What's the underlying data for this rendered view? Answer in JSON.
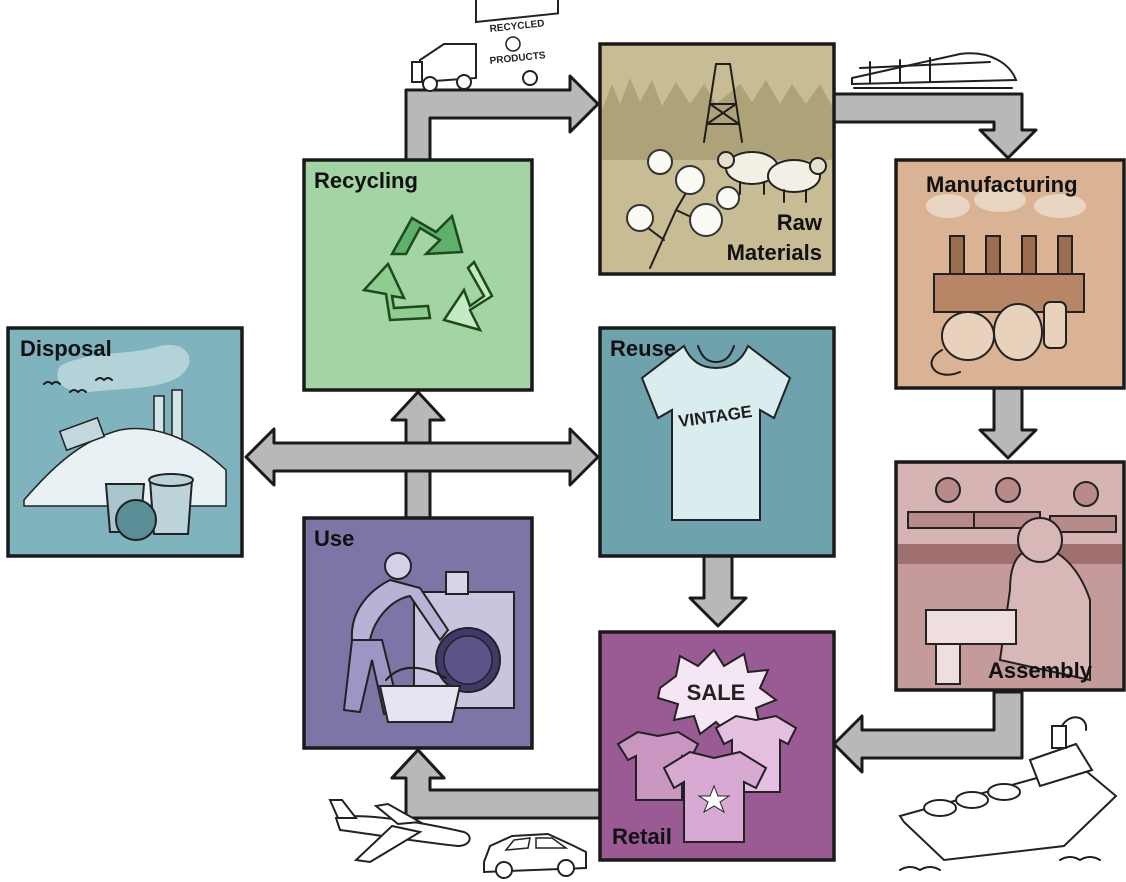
{
  "stages": {
    "raw_materials": {
      "label_line1": "Raw",
      "label_line2": "Materials",
      "color": "#c7bc94"
    },
    "manufacturing": {
      "label": "Manufacturing",
      "color": "#d9b394"
    },
    "assembly": {
      "label": "Assembly",
      "color": "#c49a9a"
    },
    "retail": {
      "label": "Retail",
      "color": "#9a5a93"
    },
    "use": {
      "label": "Use",
      "color": "#7c75a6"
    },
    "reuse": {
      "label": "Reuse",
      "color": "#6ea3ad"
    },
    "recycling": {
      "label": "Recycling",
      "color": "#a3d4a3"
    },
    "disposal": {
      "label": "Disposal",
      "color": "#7fb3bd"
    }
  },
  "illustrations": {
    "truck_sign_line1": "RECYCLED",
    "truck_sign_line2": "PRODUCTS",
    "sale_sign": "SALE",
    "shirt_text": "VINTAGE"
  },
  "transport_icons": [
    "truck-icon",
    "train-icon",
    "ship-icon",
    "airplane-icon",
    "car-icon"
  ],
  "arrow_color": "#b8b8b8"
}
